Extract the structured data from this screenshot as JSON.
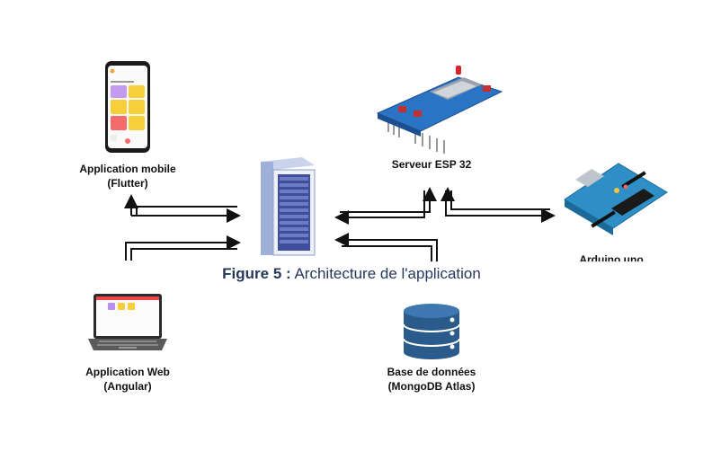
{
  "nodes": {
    "mobile": {
      "line1": "Application mobile",
      "line2": "(Flutter)"
    },
    "esp": {
      "line1": "Serveur ESP 32"
    },
    "arduino": {
      "line1": "Arduino uno"
    },
    "web": {
      "line1": "Application Web",
      "line2": "(Angular)"
    },
    "db": {
      "line1": "Base de données",
      "line2": "(MongoDB Atlas)"
    }
  },
  "caption": {
    "figure": "Figure 5 :",
    "text": " Architecture de l'application"
  }
}
